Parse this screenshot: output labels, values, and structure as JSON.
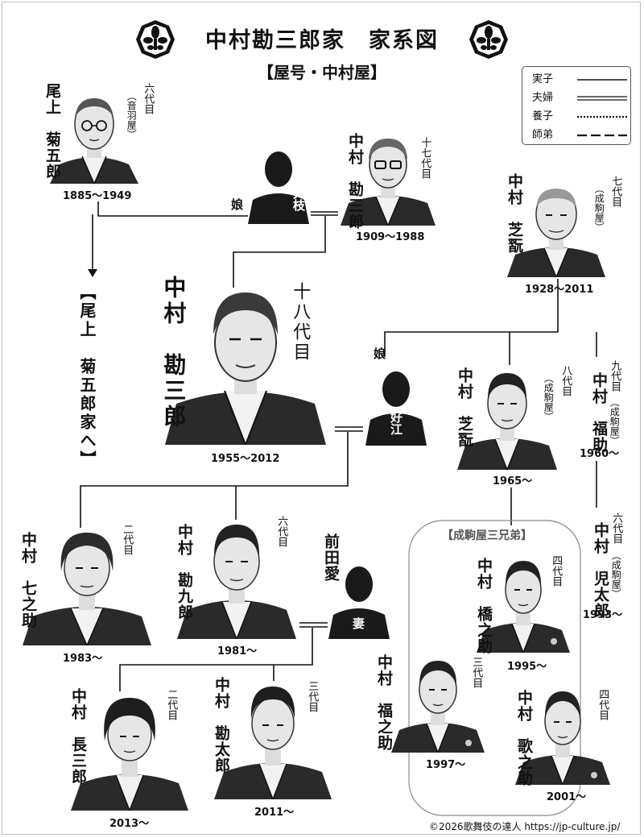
{
  "header": {
    "title": "中村勘三郎家　家系図",
    "yago": "【屋号・中村屋】",
    "crest_icon": "nakamuraya-crest-icon"
  },
  "legend": [
    {
      "label": "実子",
      "style": "solid"
    },
    {
      "label": "夫婦",
      "style": "double"
    },
    {
      "label": "養子",
      "style": "dotted"
    },
    {
      "label": "師弟",
      "style": "dashed"
    }
  ],
  "people": {
    "kikugoro6": {
      "name": "尾上　菊五郎",
      "generation": "六代目",
      "house": "（音羽屋）",
      "years": "1885〜1949"
    },
    "kanzaburo17": {
      "name": "中村　勘三郎",
      "generation": "十七代目",
      "years": "1909〜1988"
    },
    "kue": {
      "name": "久枝",
      "role": "娘"
    },
    "shikan7": {
      "name": "中村　芝翫",
      "generation": "七代目",
      "house": "（成駒屋）",
      "years": "1928〜2011"
    },
    "kanzaburo18": {
      "name": "中村　勘三郎",
      "generation": "十八代目",
      "years": "1955〜2012"
    },
    "yoshie": {
      "name": "好江",
      "role": "娘"
    },
    "shikan8": {
      "name": "中村　芝翫",
      "generation": "八代目",
      "house": "（成駒屋）",
      "years": "1965〜"
    },
    "fukusuke9": {
      "name": "中村　福助",
      "generation": "九代目",
      "house": "（成駒屋）",
      "years": "1960〜"
    },
    "kotaro6": {
      "name": "中村　児太郎",
      "generation": "六代目",
      "house": "（成駒屋）",
      "years": "1993〜"
    },
    "shichinosuke2": {
      "name": "中村　七之助",
      "generation": "二代目",
      "years": "1983〜"
    },
    "kankuro6": {
      "name": "中村　勘九郎",
      "generation": "六代目",
      "years": "1981〜"
    },
    "maedaai": {
      "name": "前田愛",
      "role": "妻"
    },
    "hashinosuke4": {
      "name": "中村　橋之助",
      "generation": "四代目",
      "years": "1995〜"
    },
    "fukunosuke3": {
      "name": "中村　福之助",
      "generation": "三代目",
      "years": "1997〜"
    },
    "utanosuke4": {
      "name": "中村　歌之助",
      "generation": "四代目",
      "years": "2001〜"
    },
    "chosaburo2": {
      "name": "中村　長三郎",
      "generation": "二代目",
      "years": "2013〜"
    },
    "kantaro3": {
      "name": "中村　勘太郎",
      "generation": "三代目",
      "years": "2011〜"
    }
  },
  "branch": {
    "onoe_house": "【尾上　菊五郎家へ】"
  },
  "group": {
    "narikomaya_brothers": "【成駒屋三兄弟】"
  },
  "credit": "©2026歌舞伎の達人 https://jp-culture.jp/"
}
